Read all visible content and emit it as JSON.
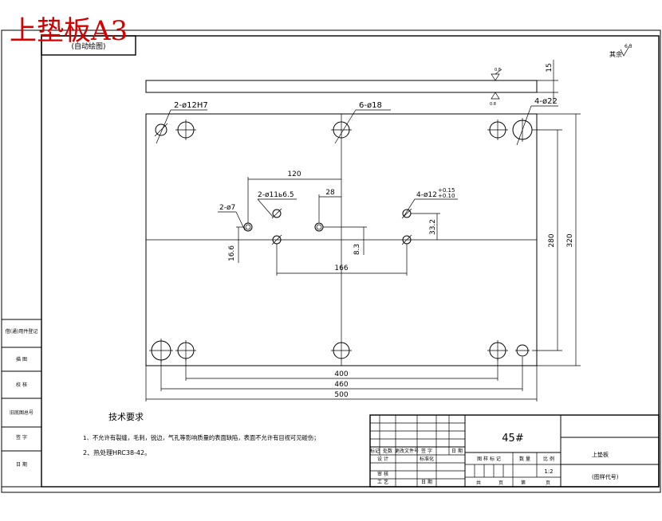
{
  "sheet_title": "上垫板A3",
  "stamp_label": "(自动绘图)",
  "roughness": {
    "other_label": "其余",
    "value_other": "6.3",
    "value_top": "0.8",
    "value_bottom": "0.8"
  },
  "dims": {
    "thickness": "15",
    "holes_12h7": "2-ø12H7",
    "holes_18": "6-ø18",
    "holes_22": "4-ø22",
    "d120": "120",
    "d11b": "2-ø11ь6.5",
    "d28": "28",
    "d12tol": "4-ø12",
    "tol_upper": "+0.15",
    "tol_lower": "+0.10",
    "d7": "2-ø7",
    "d33": "33.2",
    "d16": "16.6",
    "d83": "8.3",
    "d166": "166",
    "d280": "280",
    "d320": "320",
    "d400": "400",
    "d460": "460",
    "d500": "500"
  },
  "tech": {
    "heading": "技术要求",
    "item1": "1、不允许有裂缝，毛刺，锐边，气孔等影响质量的表面缺陷，表面不允许有目视可见碰伤；",
    "item2": "2、热处理HRC38-42。"
  },
  "left_column": [
    "借(通)用件登记",
    "描 图",
    "校 核",
    "旧底图总号",
    "签 字",
    "日 期"
  ],
  "title_block": {
    "material": "45#",
    "part_name": "上垫板",
    "drawing_no": "(图样代号)",
    "row_labels": [
      "标记",
      "处数",
      "更改文件号",
      "签 字",
      "日 期"
    ],
    "design": "设 计",
    "standard": "标准化",
    "review": "审 核",
    "process": "工 艺",
    "date_label": "日 期",
    "stage_label": "图 样 标 记",
    "qty_label": "数 量",
    "scale_label": "比 例",
    "scale": "1:2",
    "total": "共",
    "page_unit": "页",
    "page_no": "第",
    "page_unit2": "页"
  }
}
